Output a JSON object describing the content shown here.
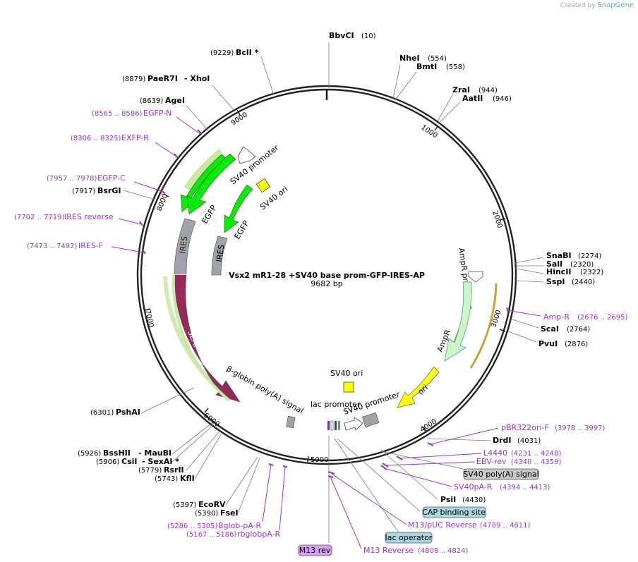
{
  "branding": {
    "prefix": "Created by",
    "name": "SnapGene"
  },
  "plasmid": {
    "name": "Vsx2 mR1-28 +SV40 base prom-GFP-IRES-AP",
    "size": "9682 bp"
  },
  "ticks": [
    "1000",
    "2000",
    "3000",
    "4000",
    "5000",
    "6000",
    "7000",
    "8000",
    "9000"
  ],
  "sites": [
    {
      "name": "BbvCI",
      "pos": "(10)"
    },
    {
      "name": "NheI",
      "pos": "(554)"
    },
    {
      "name": "BmtI",
      "pos": "(558)"
    },
    {
      "name": "ZraI",
      "pos": "(944)"
    },
    {
      "name": "AatII",
      "pos": "(946)"
    },
    {
      "name": "SnaBI",
      "pos": "(2274)"
    },
    {
      "name": "SalI",
      "pos": "(2320)"
    },
    {
      "name": "HincII",
      "pos": "(2322)"
    },
    {
      "name": "SspI",
      "pos": "(2440)"
    },
    {
      "name": "ScaI",
      "pos": "(2764)"
    },
    {
      "name": "PvuI",
      "pos": "(2876)"
    },
    {
      "name": "DrdI",
      "pos": "(4031)"
    },
    {
      "name": "PsiI",
      "pos": "(4430)"
    },
    {
      "name": "BclI *",
      "pos": "(9229)"
    },
    {
      "name": "PaeR7I",
      "pos": "(8879)",
      "extra": "- XhoI"
    },
    {
      "name": "AgeI",
      "pos": "(8639)"
    },
    {
      "name": "BsrGI",
      "pos": "(7917)"
    },
    {
      "name": "PshAI",
      "pos": "(6301)"
    },
    {
      "name": "BssHII",
      "pos": "(5926)",
      "extra": "- MauBI"
    },
    {
      "name": "CsiI",
      "pos": "(5906)",
      "extra": "- SexAI *"
    },
    {
      "name": "RsrII",
      "pos": "(5779)"
    },
    {
      "name": "KflI",
      "pos": "(5743)"
    },
    {
      "name": "EcoRV",
      "pos": "(5397)"
    },
    {
      "name": "FseI",
      "pos": "(5390)"
    }
  ],
  "primers": [
    {
      "name": "EGFP-N",
      "pos": "(8565 .. 8586)"
    },
    {
      "name": "EXFP-R",
      "pos": "(8306 .. 8325)"
    },
    {
      "name": "EGFP-C",
      "pos": "(7957 .. 7978)"
    },
    {
      "name": "IRES reverse",
      "pos": "(7702 .. 7719)"
    },
    {
      "name": "IRES-F",
      "pos": "(7473 .. 7492)"
    },
    {
      "name": "Amp-R",
      "pos": "(2676 .. 2695)"
    },
    {
      "name": "pBR322ori-F",
      "pos": "(3978 .. 3997)"
    },
    {
      "name": "L4440",
      "pos": "(4231 .. 4248)"
    },
    {
      "name": "EBV-rev",
      "pos": "(4340 .. 4359)"
    },
    {
      "name": "SV40pA-R",
      "pos": "(4394 .. 4413)"
    },
    {
      "name": "M13/pUC Reverse",
      "pos": "(4789 .. 4811)"
    },
    {
      "name": "M13 Reverse",
      "pos": "(4808 .. 4824)"
    },
    {
      "name": "Bglob-pA-R",
      "pos": "(5286 .. 5305)"
    },
    {
      "name": "rbglobpA-R",
      "pos": "(5167 .. 5186)"
    }
  ],
  "boxed_features": [
    {
      "name": "SV40 poly(A) signal",
      "color": "#c8c8c8"
    },
    {
      "name": "CAP binding site",
      "color": "#a8d8e0"
    },
    {
      "name": "lac operator",
      "color": "#a8d8e0"
    },
    {
      "name": "M13 rev",
      "color": "#d8a0f0"
    }
  ],
  "features": [
    {
      "name": "SV40 promoter",
      "color": "#ffffff"
    },
    {
      "name": "SV40 ori",
      "color": "#ffff00"
    },
    {
      "name": "EGFP",
      "color": "#00ee00"
    },
    {
      "name": "EGFP",
      "color": "#00ee00"
    },
    {
      "name": "IRES",
      "color": "#a0a4aa"
    },
    {
      "name": "IRES",
      "color": "#a0a4aa"
    },
    {
      "name": "SEAP",
      "color": "#962a5a"
    },
    {
      "name": "β-globin poly(A) signal",
      "color": "#a0a4aa"
    },
    {
      "name": "AmpR promoter",
      "color": "#ffffff"
    },
    {
      "name": "AmpR",
      "color": "#ccf5c8"
    },
    {
      "name": "ori",
      "color": "#ffff00"
    },
    {
      "name": "SV40 ori",
      "color": "#ffff00"
    },
    {
      "name": "lac promoter",
      "color": "#ffffff"
    },
    {
      "name": "SV40 promoter",
      "color": "#a0a4aa"
    }
  ],
  "colors": {
    "primer": "#9b30d9",
    "backbone": "#222222"
  }
}
